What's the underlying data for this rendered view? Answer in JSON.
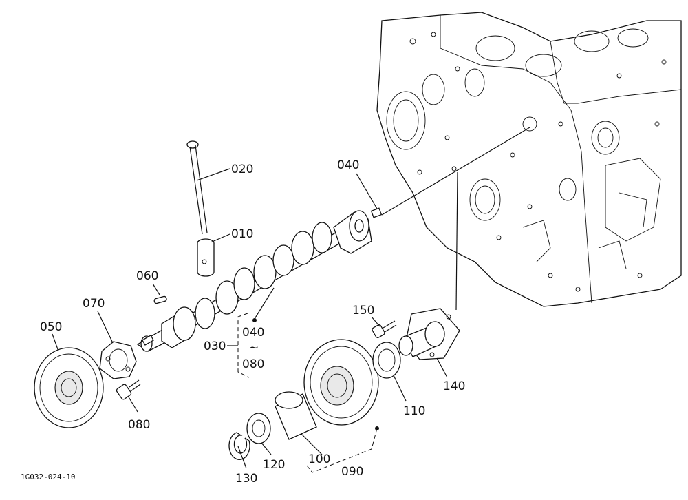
{
  "figure_id": "1G032-024-10",
  "labels": {
    "p020": "020",
    "p010": "010",
    "p040_top": "040",
    "p060": "060",
    "p070": "070",
    "p050": "050",
    "p080": "080",
    "p030": "030",
    "p040_range": "040",
    "range_tilde": "~",
    "p080_range": "080",
    "p150": "150",
    "p140": "140",
    "p110": "110",
    "p100": "100",
    "p120": "120",
    "p130": "130",
    "p090": "090"
  }
}
